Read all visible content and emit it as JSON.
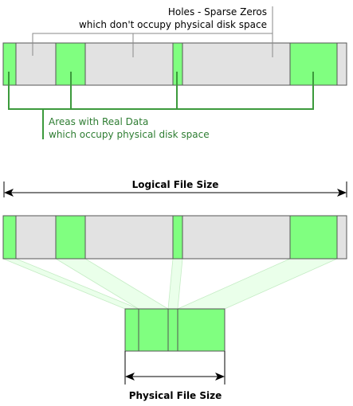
{
  "labels": {
    "holes_line1": "Holes - Sparse Zeros",
    "holes_line2": "which don't occupy physical disk space",
    "data_line1": "Areas with Real Data",
    "data_line2": "which occupy physical disk space",
    "logical_size": "Logical File Size",
    "physical_size": "Physical File Size"
  },
  "colors": {
    "data_block": "#80ff80",
    "hole_block": "#e2e2e2",
    "data_label_text": "#2e7d32",
    "bracket_line": "#3c9a3c",
    "hole_pointer": "#8a8a8a",
    "projection_fill": "#eaffea",
    "block_border": "#555555"
  }
}
